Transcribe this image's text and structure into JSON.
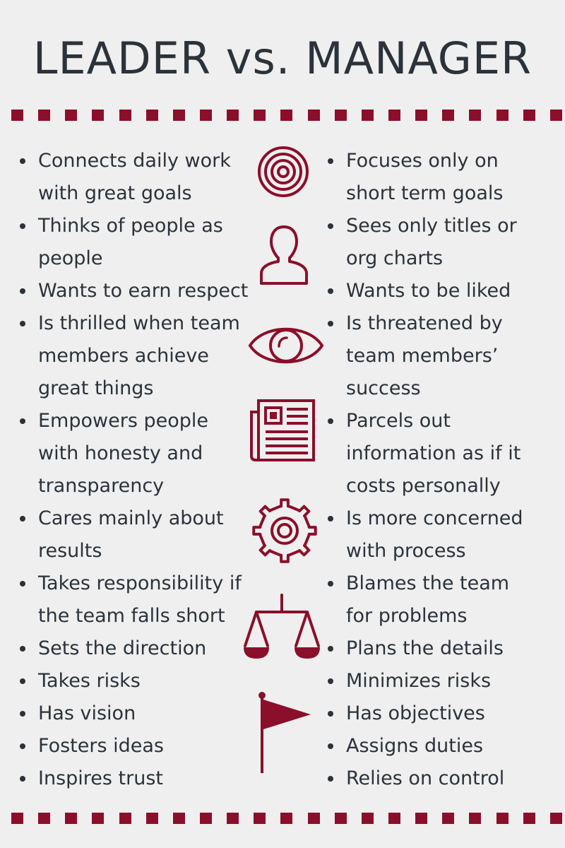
{
  "title": "LEADER vs. MANAGER",
  "accent_color": "#8b0f2a",
  "text_color": "#2b323a",
  "leader_items": [
    {
      "lines": [
        "Connects daily work",
        "with great goals"
      ]
    },
    {
      "lines": [
        " Thinks of people as",
        "people"
      ]
    },
    {
      "lines": [
        " Wants to earn respect"
      ]
    },
    {
      "lines": [
        " Is thrilled when team",
        "members achieve",
        "great things"
      ]
    },
    {
      "lines": [
        " Empowers people",
        "with honesty and",
        "transparency"
      ]
    },
    {
      "lines": [
        "Cares mainly about",
        "results"
      ]
    },
    {
      "lines": [
        "Takes responsibility if",
        "the team falls short"
      ]
    },
    {
      "lines": [
        "Sets the direction"
      ]
    },
    {
      "lines": [
        "Takes risks"
      ]
    },
    {
      "lines": [
        "Has vision"
      ]
    },
    {
      "lines": [
        "Fosters ideas"
      ]
    },
    {
      "lines": [
        "Inspires trust"
      ]
    }
  ],
  "manager_items": [
    {
      "lines": [
        "Focuses only on",
        "short term goals"
      ]
    },
    {
      "lines": [
        " Sees only titles or",
        "org charts"
      ]
    },
    {
      "lines": [
        "Wants to be liked"
      ]
    },
    {
      "lines": [
        "Is threatened by",
        "team members’",
        "success"
      ]
    },
    {
      "lines": [
        "Parcels out",
        "information as if it",
        "costs personally"
      ]
    },
    {
      "lines": [
        "Is more concerned",
        "with process"
      ]
    },
    {
      "lines": [
        "Blames the team",
        "for problems"
      ]
    },
    {
      "lines": [
        "Plans the details"
      ]
    },
    {
      "lines": [
        "Minimizes risks"
      ]
    },
    {
      "lines": [
        "Has objectives"
      ]
    },
    {
      "lines": [
        "Assigns duties"
      ]
    },
    {
      "lines": [
        "Relies on control"
      ]
    }
  ],
  "icons": [
    "target-icon",
    "person-icon",
    "eye-icon",
    "newspaper-icon",
    "gear-icon",
    "scales-icon",
    "flag-icon"
  ]
}
